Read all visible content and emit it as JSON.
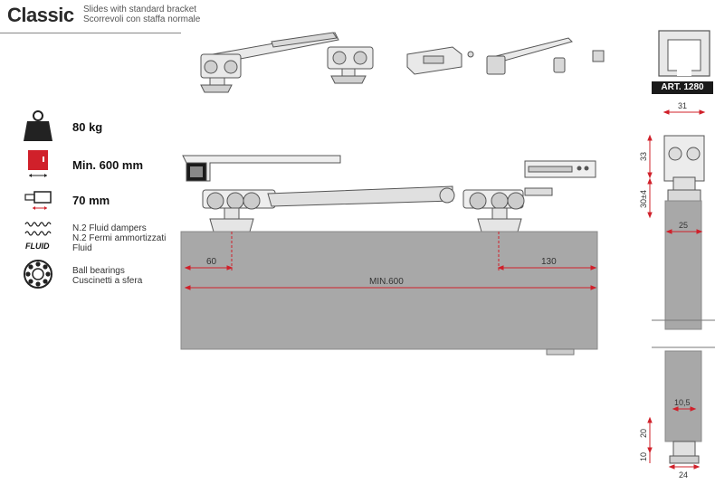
{
  "header": {
    "title": "Classic",
    "subtitle_en": "Slides with standard bracket",
    "subtitle_it": "Scorrevoli con staffa normale"
  },
  "specs": {
    "weight": "80 kg",
    "min_width": "Min. 600 mm",
    "thickness": "70 mm",
    "dampers_en": "N.2 Fluid dampers",
    "dampers_it": "N.2 Fermi ammortizzati",
    "dampers_fluid": "Fluid",
    "fluid_logo": "FLUID",
    "bearings_en": "Ball bearings",
    "bearings_it": "Cuscinetti a sfera"
  },
  "article": "ART. 1280",
  "front_dims": {
    "left_offset": "60",
    "right_offset": "130",
    "min_width": "MIN.600"
  },
  "side_dims": {
    "top_width": "31",
    "height_33": "33",
    "height_30": "30±4",
    "inner_25": "25",
    "bottom_10_5": "10,5",
    "bottom_20": "20",
    "bottom_10": "10",
    "bottom_24": "24"
  },
  "colors": {
    "accent_red": "#d0202a",
    "panel_grey": "#a8a8a8",
    "dark": "#1a1a1a"
  }
}
